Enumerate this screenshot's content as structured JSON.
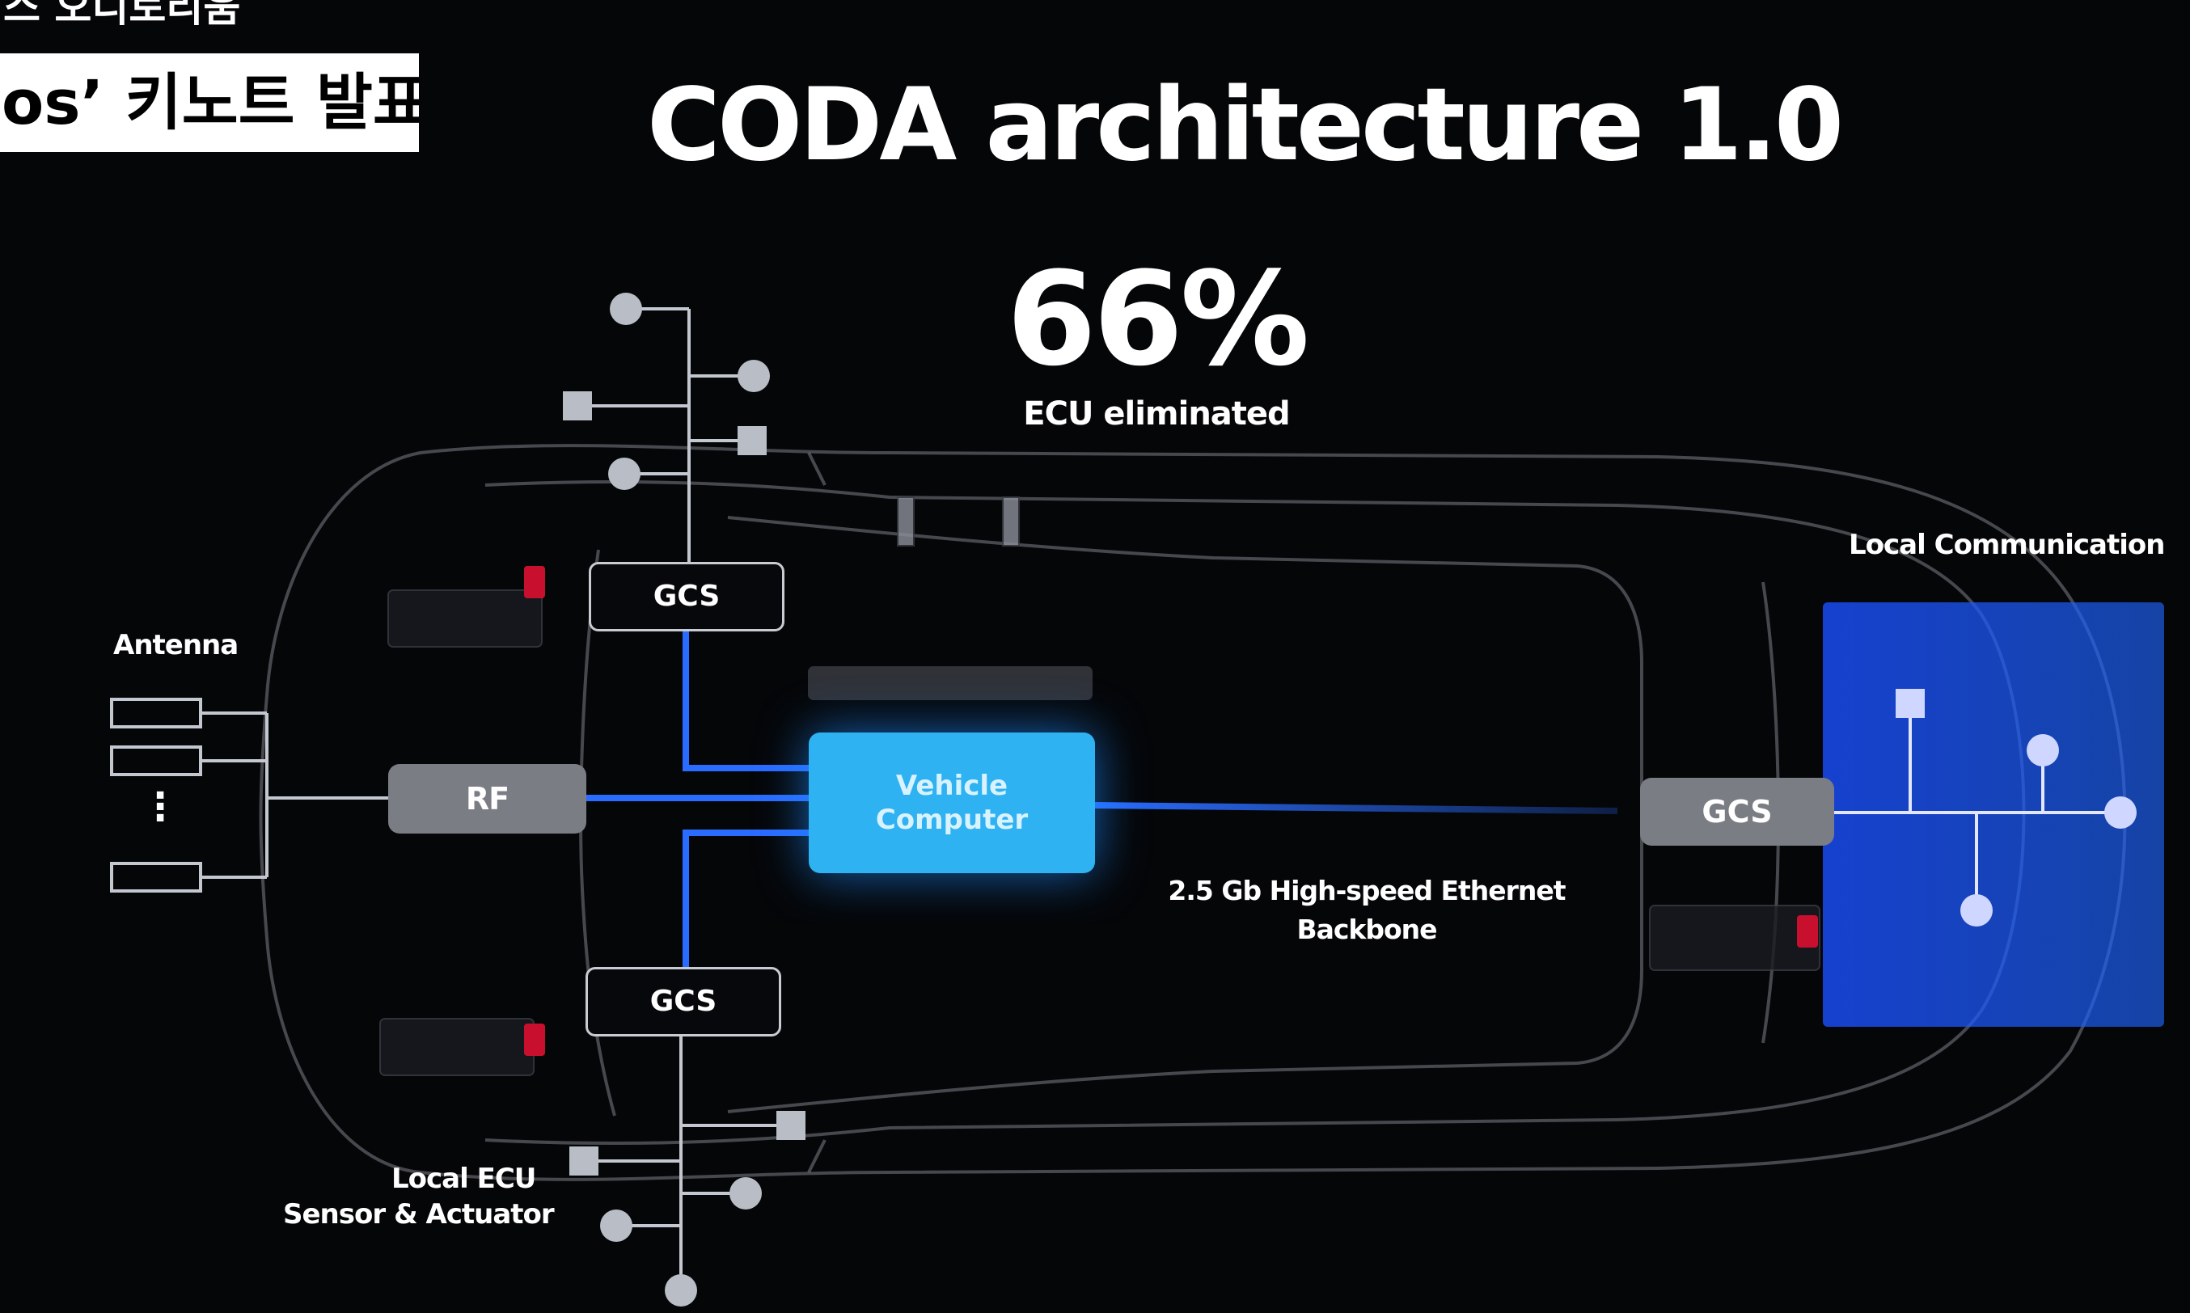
{
  "overlay": {
    "line1": "스 오디토리움",
    "box": "os’ 키노트 발표"
  },
  "slide": {
    "title": "CODA architecture 1.0",
    "stat_value": "66%",
    "stat_label": "ECU eliminated"
  },
  "labels": {
    "antenna": "Antenna",
    "rf": "RF",
    "gcs": "GCS",
    "vehicle_computer_line1": "Vehicle",
    "vehicle_computer_line2": "Computer",
    "ethernet_line1": "2.5 Gb High-speed Ethernet",
    "ethernet_line2": "Backbone",
    "local_communication": "Local Communication",
    "local_ecu_line1": "Local ECU",
    "local_ecu_line2": "Sensor & Actuator",
    "antenna_dots": "⋮"
  },
  "colors": {
    "background": "#050608",
    "accent_blue": "#1f6bff",
    "vehicle_computer": "#2fb2f1",
    "gcs_grey": "#7a7d83"
  }
}
